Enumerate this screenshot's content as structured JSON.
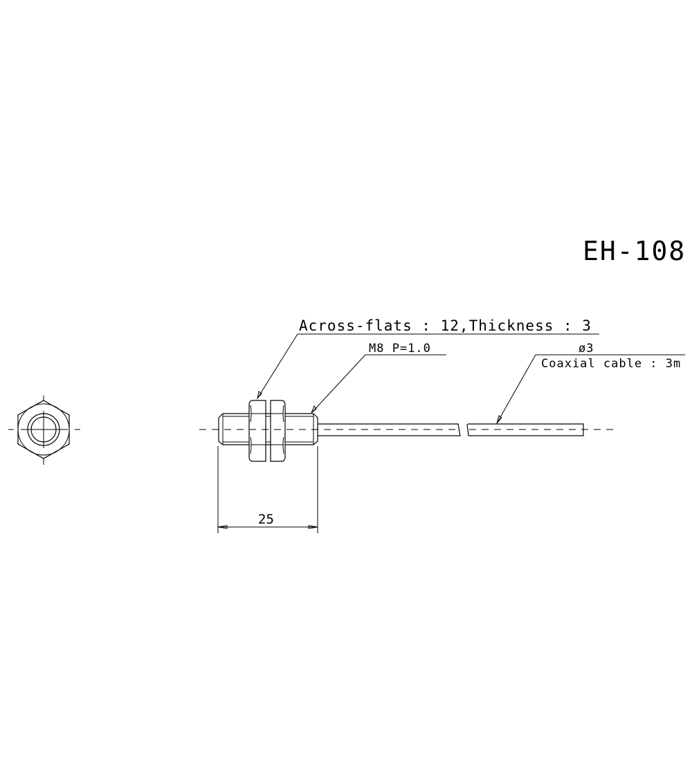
{
  "drawing": {
    "title": "EH-108",
    "annotations": {
      "nut": "Across-flats : 12,Thickness : 3",
      "thread": "M8 P=1.0",
      "cable_diameter": "ø3",
      "cable": "Coaxial cable : 3m"
    },
    "dimensions": {
      "body_length": "25"
    },
    "views": {
      "end_view": "hex-nut-end-view",
      "side_view": "sensor-head-side-view"
    },
    "colors": {
      "line": "#000000",
      "background": "#ffffff"
    }
  }
}
